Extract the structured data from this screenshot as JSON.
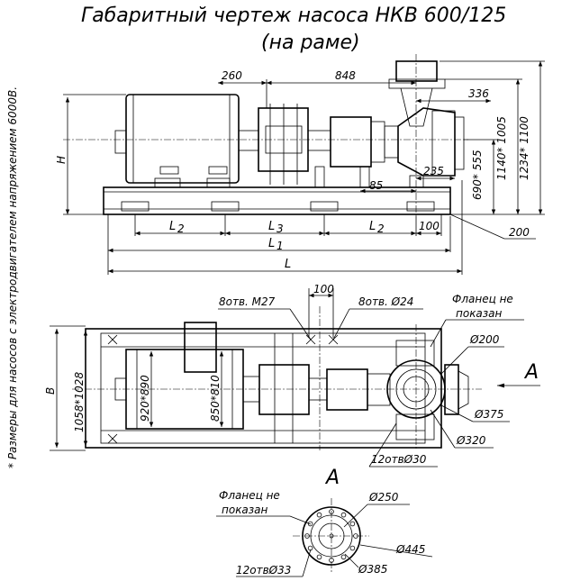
{
  "title": {
    "line1": "Габаритный чертеж насоса НКВ 600/125",
    "line2": "(на раме)"
  },
  "side_note": "* Размеры для насосов с электродвигателем напряжением 6000В.",
  "elevation": {
    "dims": {
      "d260": "260",
      "d848": "848",
      "d336": "336",
      "d1234": "1234* 1100",
      "d1140": "1140* 1005",
      "d690": "690* 555",
      "d235": "235",
      "d85": "85",
      "d100": "100",
      "d200": "200",
      "H": "H",
      "L2a": "L",
      "L2a_sub": "2",
      "L3": "L",
      "L3_sub": "3",
      "L2b": "L",
      "L2b_sub": "2",
      "L1": "L",
      "L1_sub": "1",
      "L": "L"
    }
  },
  "plan": {
    "callouts": {
      "holes_m27": "8отв. M27",
      "d100": "100",
      "holes_24": "8отв. Ø24",
      "flange_line1": "Фланец не",
      "flange_line2": "показан",
      "d200": "Ø200",
      "d375": "Ø375",
      "d320": "Ø320",
      "holes_30": "12отвØ30",
      "view_arrow": "A"
    },
    "dims": {
      "B": "B",
      "d1058": "1058*1028",
      "d920": "920*890",
      "d850": "850*810"
    }
  },
  "view_a": {
    "label": "A",
    "callouts": {
      "flange_line1": "Фланец не",
      "flange_line2": "показан",
      "d250": "Ø250",
      "d445": "Ø445",
      "d385": "Ø385",
      "holes_33": "12отвØ33"
    }
  }
}
